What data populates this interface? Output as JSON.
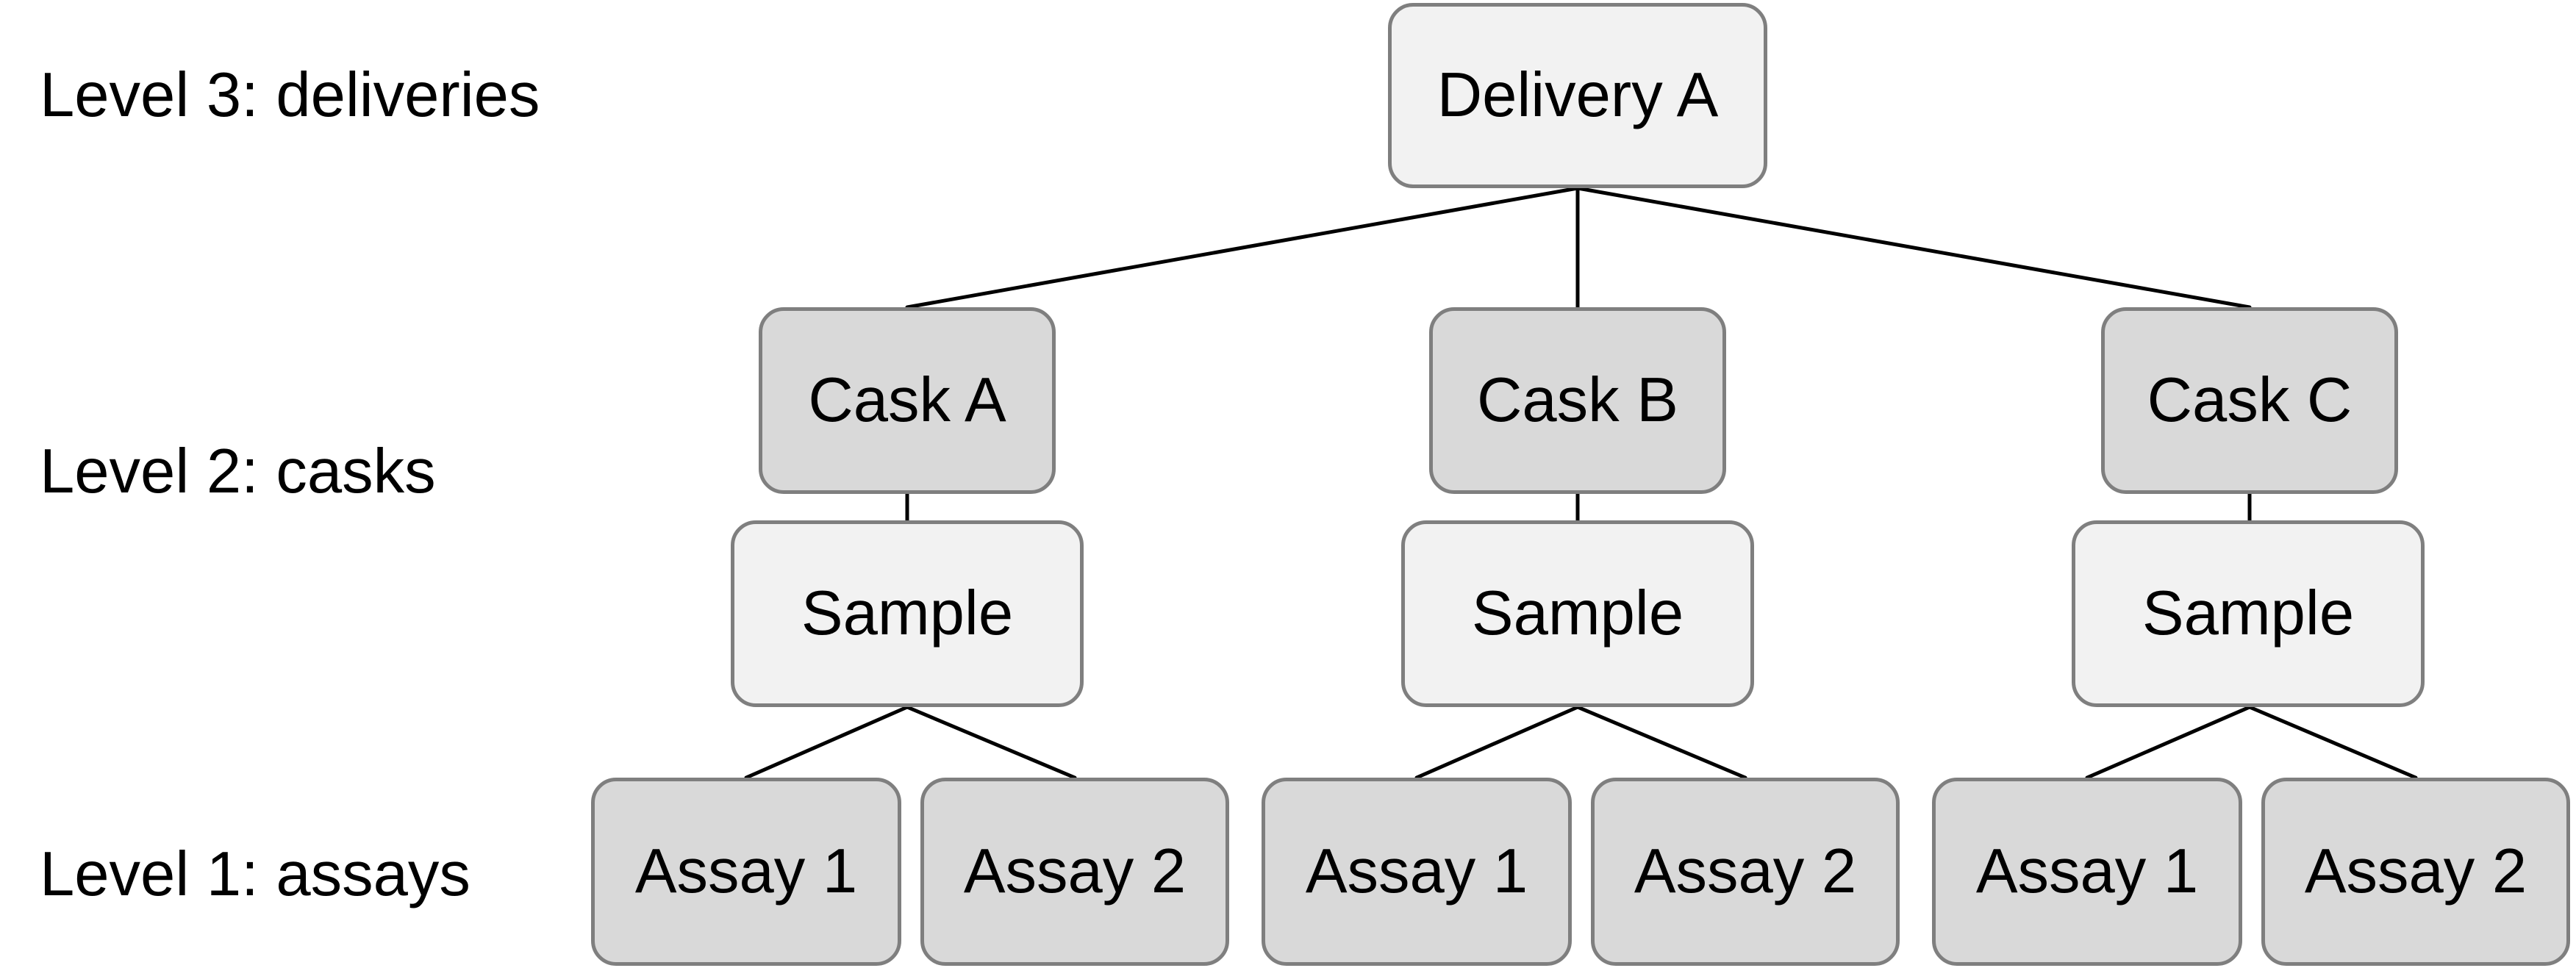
{
  "levels": {
    "level3": "Level 3: deliveries",
    "level2": "Level 2: casks",
    "level1": "Level 1: assays"
  },
  "delivery": {
    "label": "Delivery A"
  },
  "casks": [
    {
      "label": "Cask A",
      "sample": "Sample",
      "assays": [
        "Assay 1",
        "Assay 2"
      ]
    },
    {
      "label": "Cask B",
      "sample": "Sample",
      "assays": [
        "Assay 1",
        "Assay 2"
      ]
    },
    {
      "label": "Cask C",
      "sample": "Sample",
      "assays": [
        "Assay 1",
        "Assay 2"
      ]
    }
  ],
  "colors": {
    "light_node": "#f2f2f2",
    "dark_node": "#d9d9d9",
    "border": "#7f7f7f",
    "line": "#000000"
  }
}
